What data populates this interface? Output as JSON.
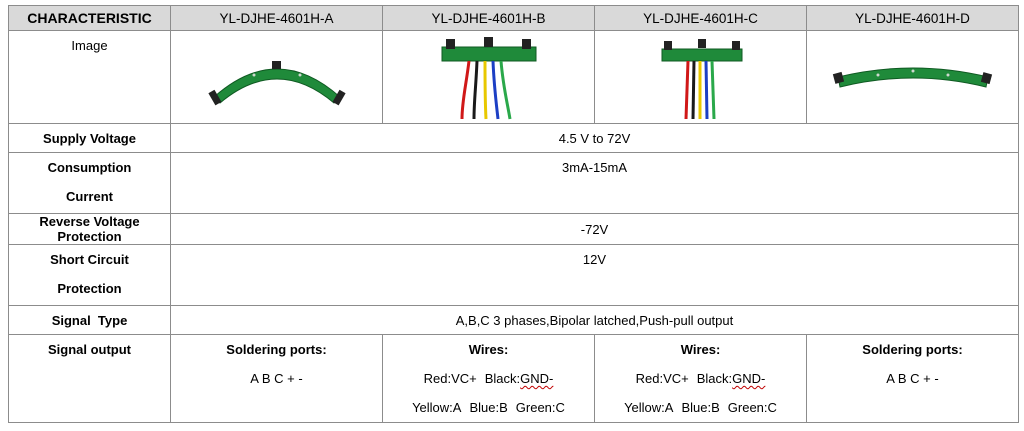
{
  "header": {
    "characteristic": "CHARACTERISTIC",
    "models": [
      "YL-DJHE-4601H-A",
      "YL-DJHE-4601H-B",
      "YL-DJHE-4601H-C",
      "YL-DJHE-4601H-D"
    ]
  },
  "rows": {
    "image": {
      "label": "Image"
    },
    "supply_voltage": {
      "label": "Supply Voltage",
      "value": "4.5 V to 72V"
    },
    "consumption_current": {
      "label_line1": "Consumption",
      "label_line2": "Current",
      "value": "3mA-15mA"
    },
    "reverse_voltage": {
      "label": "Reverse Voltage Protection",
      "value": "-72V"
    },
    "short_circuit": {
      "label_line1": "Short Circuit",
      "label_line2": "Protection",
      "value": "12V"
    },
    "signal_type": {
      "label": "Signal  Type",
      "value": "A,B,C 3 phases,Bipolar latched,Push-pull output"
    },
    "signal_output": {
      "label": "Signal output",
      "a": {
        "title": "Soldering ports:",
        "ports": "A B C + -"
      },
      "b": {
        "title": "Wires:",
        "red": "Red:VC+",
        "black_prefix": "Black:",
        "black_val": "GND-",
        "yellow": "Yellow:A",
        "blue": "Blue:B",
        "green": "Green:C"
      },
      "c": {
        "title": "Wires:",
        "red": "Red:VC+",
        "black_prefix": "Black:",
        "black_val": "GND-",
        "yellow": "Yellow:A",
        "blue": "Blue:B",
        "green": "Green:C"
      },
      "d": {
        "title": "Soldering ports:",
        "ports": "A B C + -"
      }
    }
  },
  "colors": {
    "pcb_green": "#1f8a3a",
    "header_bg": "#d9d9d9",
    "border": "#8c8c8c",
    "wire_red": "#d01818",
    "wire_black": "#1a1a1a",
    "wire_yellow": "#e8c800",
    "wire_blue": "#1c3fc4",
    "wire_green": "#2aa84a"
  }
}
